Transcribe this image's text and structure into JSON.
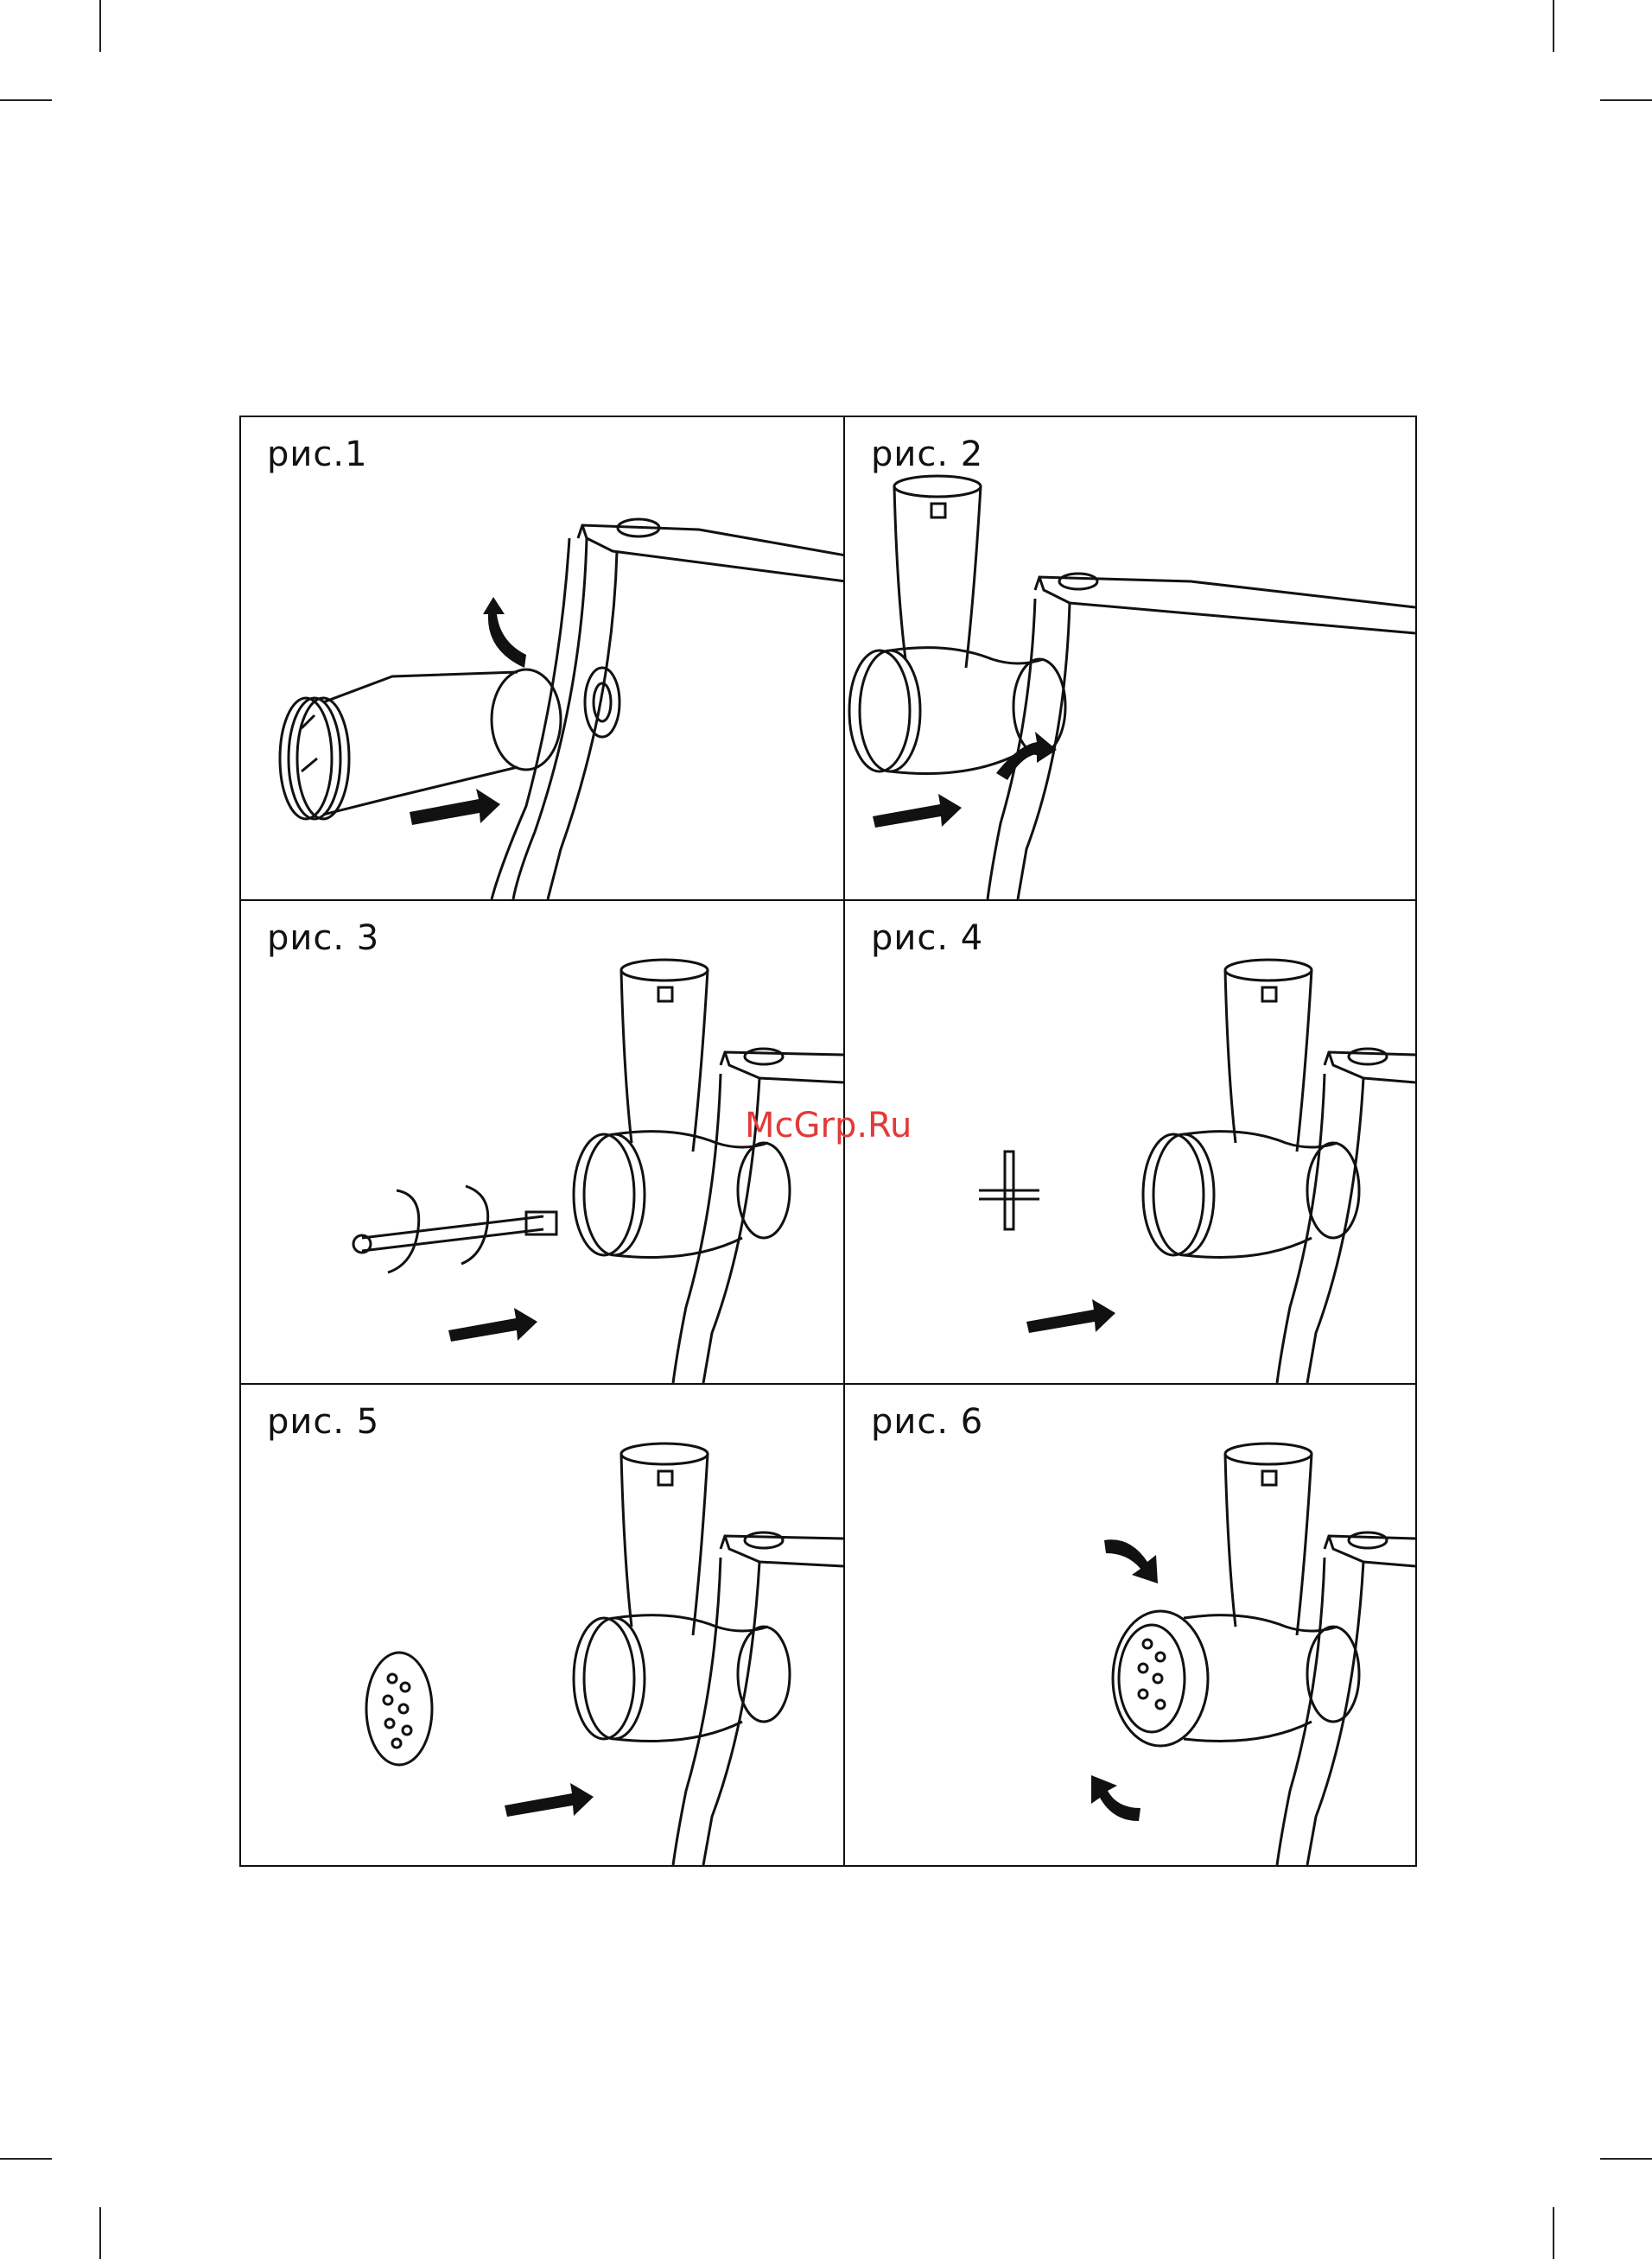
{
  "figures": [
    {
      "label": "рис.1"
    },
    {
      "label": "рис. 2"
    },
    {
      "label": "рис. 3"
    },
    {
      "label": "рис. 4"
    },
    {
      "label": "рис. 5"
    },
    {
      "label": "рис. 6"
    }
  ],
  "watermark": "McGrp.Ru",
  "colors": {
    "line": "#111111",
    "arrow": "#111111",
    "watermark": "#e23a3a"
  }
}
